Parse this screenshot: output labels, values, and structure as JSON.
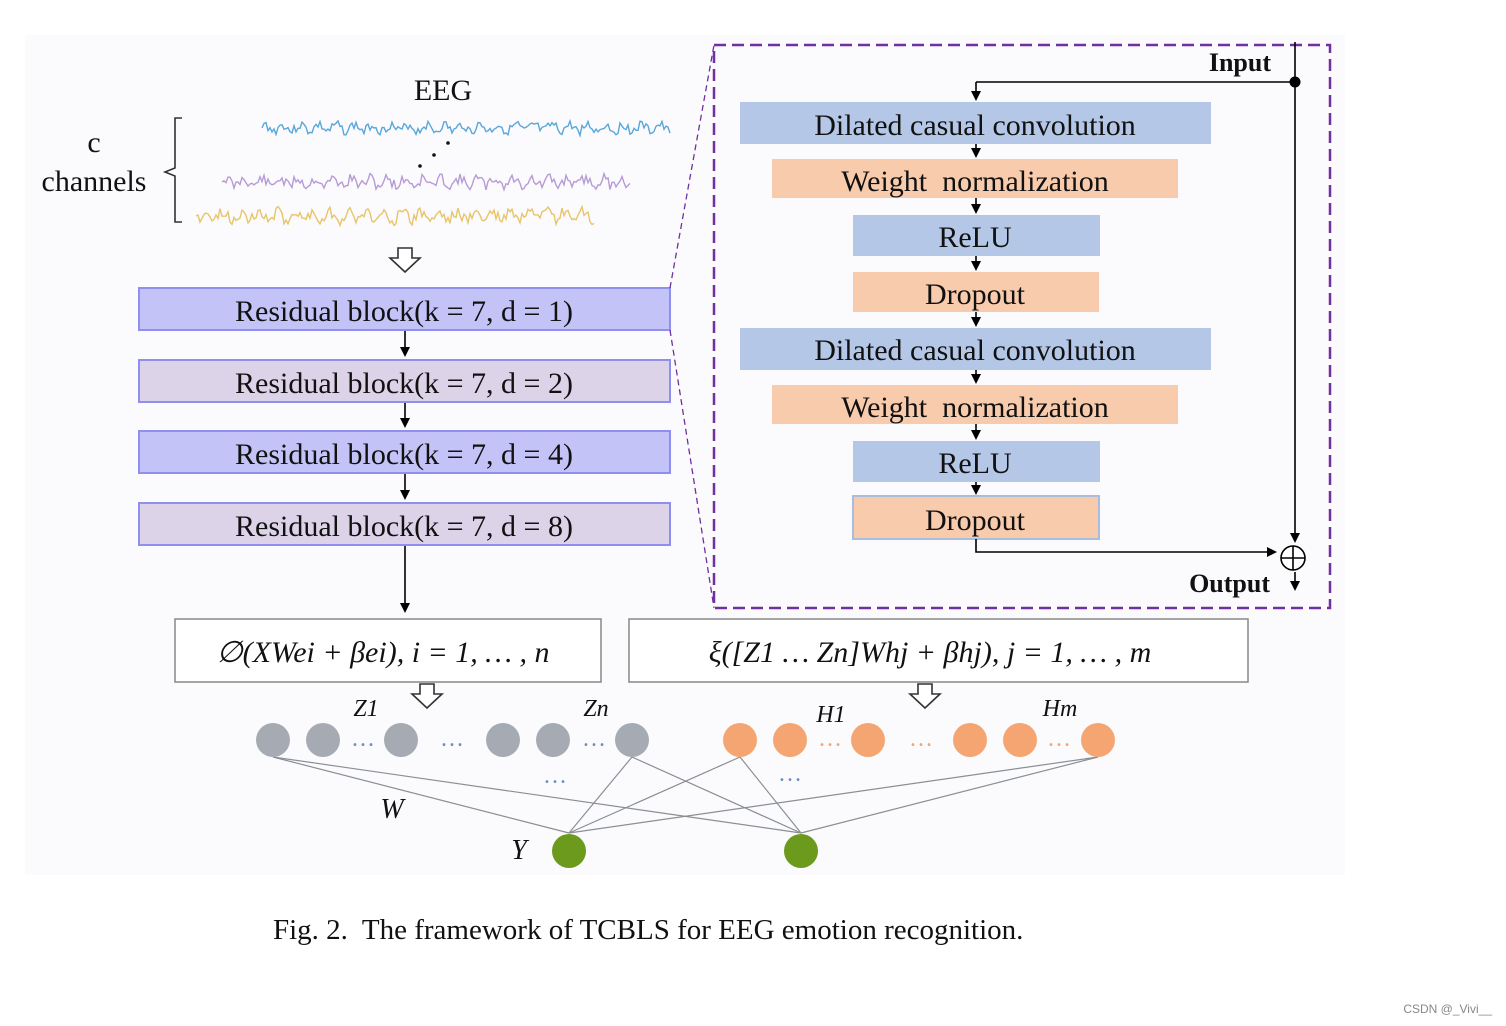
{
  "eeg": {
    "title": "EEG",
    "channels_label_1": "c",
    "channels_label_2": "channels",
    "wave_colors": [
      "#5aa6da",
      "#b79bd6",
      "#e8c46a"
    ]
  },
  "residual_blocks": [
    "Residual block(k = 7, d = 1)",
    "Residual block(k = 7, d = 2)",
    "Residual block(k = 7, d = 4)",
    "Residual block(k = 7, d = 8)"
  ],
  "detail": {
    "input_label": "Input",
    "output_label": "Output",
    "layers": [
      "Dilated casual convolution",
      "Weight  normalization",
      "ReLU",
      "Dropout",
      "Dilated casual convolution",
      "Weight  normalization",
      "ReLU",
      "Dropout"
    ]
  },
  "formulas": {
    "feature": "∅(XWei + βei), i = 1, … , n",
    "enhancement": "ξ([Z1 … Zn]Whj + βhj), j = 1, … , m"
  },
  "nodes": {
    "z1": "Z1",
    "zn": "Zn",
    "h1": "H1",
    "hm": "Hm",
    "w": "W",
    "y": "Y",
    "ellipsis": "…"
  },
  "colors": {
    "block_blue": "#c3c3f8",
    "block_lavender": "#dcd3e9",
    "block_border": "#8f8ff0",
    "layer_blue": "#b5c7e7",
    "layer_orange": "#f8cbad",
    "dashed_border": "#7030a0",
    "node_gray": "#a6abb3",
    "node_orange": "#f4a572",
    "node_green": "#6b9a1c",
    "dots_blue": "#6e8fc6",
    "dots_orange": "#f4a572"
  },
  "caption": "Fig. 2.  The framework of TCBLS for EEG emotion recognition.",
  "watermark": "CSDN @_Vivi__"
}
